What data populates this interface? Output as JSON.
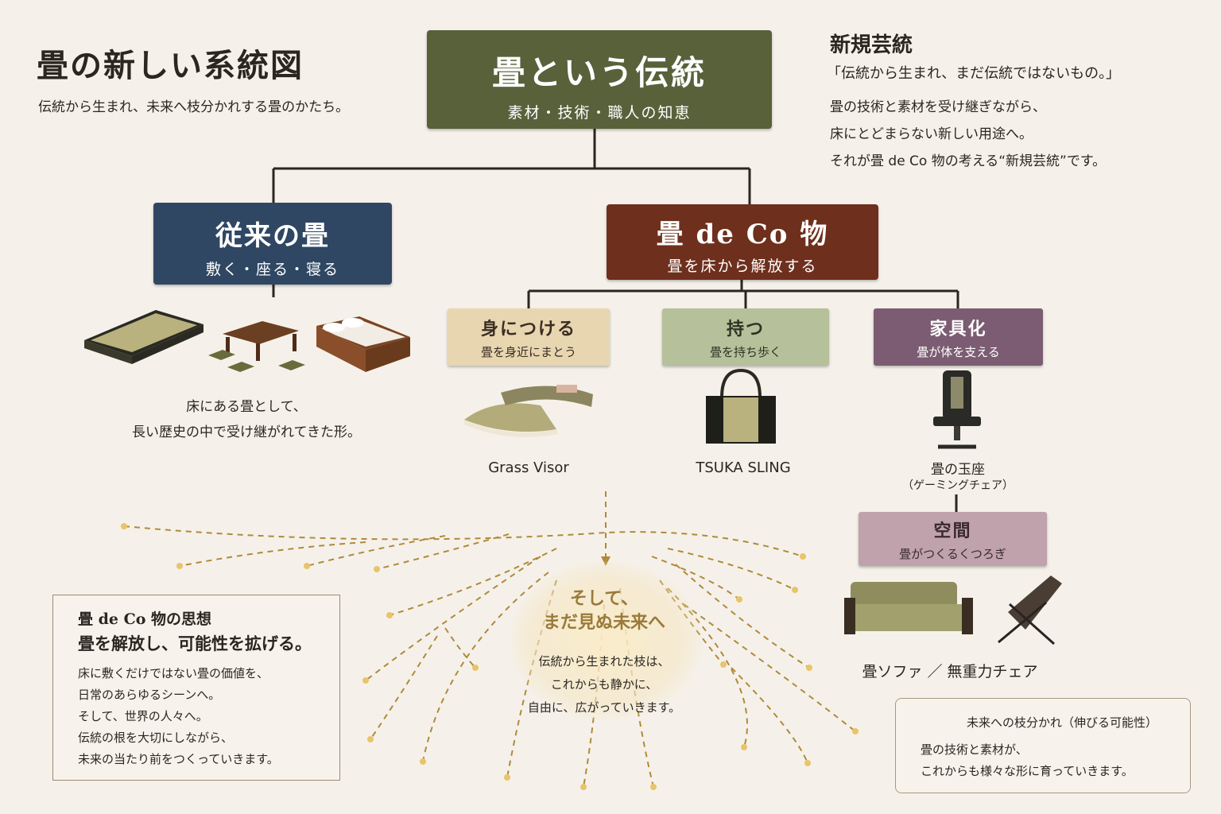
{
  "header": {
    "title": "畳の新しい系統図",
    "subtitle": "伝統から生まれ、未来へ枝分かれする畳のかたち。"
  },
  "intro": {
    "title": "新規芸統",
    "quote": "「伝統から生まれ、まだ伝統ではないもの。」",
    "lines": [
      "畳の技術と素材を受け継ぎながら、",
      "床にとどまらない新しい用途へ。",
      "それが畳 de Co 物の考える“新規芸統”です。"
    ]
  },
  "root": {
    "title": "畳という伝統",
    "subtitle": "素材・技術・職人の知恵"
  },
  "traditional": {
    "title": "従来の畳",
    "subtitle": "敷く・座る・寝る",
    "caption_lines": [
      "床にある畳として、",
      "長い歴史の中で受け継がれてきた形。"
    ]
  },
  "tatami_deco": {
    "title": "畳 de Co 物",
    "subtitle": "畳を床から解放する"
  },
  "branches": {
    "wear": {
      "title": "身につける",
      "subtitle": "畳を身近にまとう",
      "product": "Grass Visor"
    },
    "carry": {
      "title": "持つ",
      "subtitle": "畳を持ち歩く",
      "product": "TSUKA SLING"
    },
    "furniture": {
      "title": "家具化",
      "subtitle": "畳が体を支える",
      "product": "畳の玉座",
      "product_note": "（ゲーミングチェア）"
    },
    "space": {
      "title": "空間",
      "subtitle": "畳がつくるくつろぎ",
      "product": "畳ソファ ／ 無重力チェア"
    }
  },
  "philosophy": {
    "title": "畳 de Co 物の思想",
    "headline": "畳を解放し、可能性を拡げる。",
    "lines": [
      "床に敷くだけではない畳の価値を、",
      "日常のあらゆるシーンへ。",
      "そして、世界の人々へ。",
      "伝統の根を大切にしながら、",
      "未来の当たり前をつくっていきます。"
    ]
  },
  "future": {
    "title_lines": [
      "そして、",
      "まだ見ぬ未来へ"
    ],
    "lines": [
      "伝統から生まれた枝は、",
      "これからも静かに、",
      "自由に、広がっていきます。"
    ]
  },
  "legend": {
    "label": "未来への枝分かれ（伸びる可能性）",
    "lines": [
      "畳の技術と素材が、",
      "これからも様々な形に育っていきます。"
    ]
  },
  "colors": {
    "root": "#58613a",
    "traditional": "#2f4763",
    "tatami_deco": "#6e2f1d",
    "wear": "#e8d6b1",
    "carry": "#b6c09b",
    "furniture": "#7c5c72",
    "space": "#bfa2ac",
    "future_branch": "#b08a3a"
  }
}
